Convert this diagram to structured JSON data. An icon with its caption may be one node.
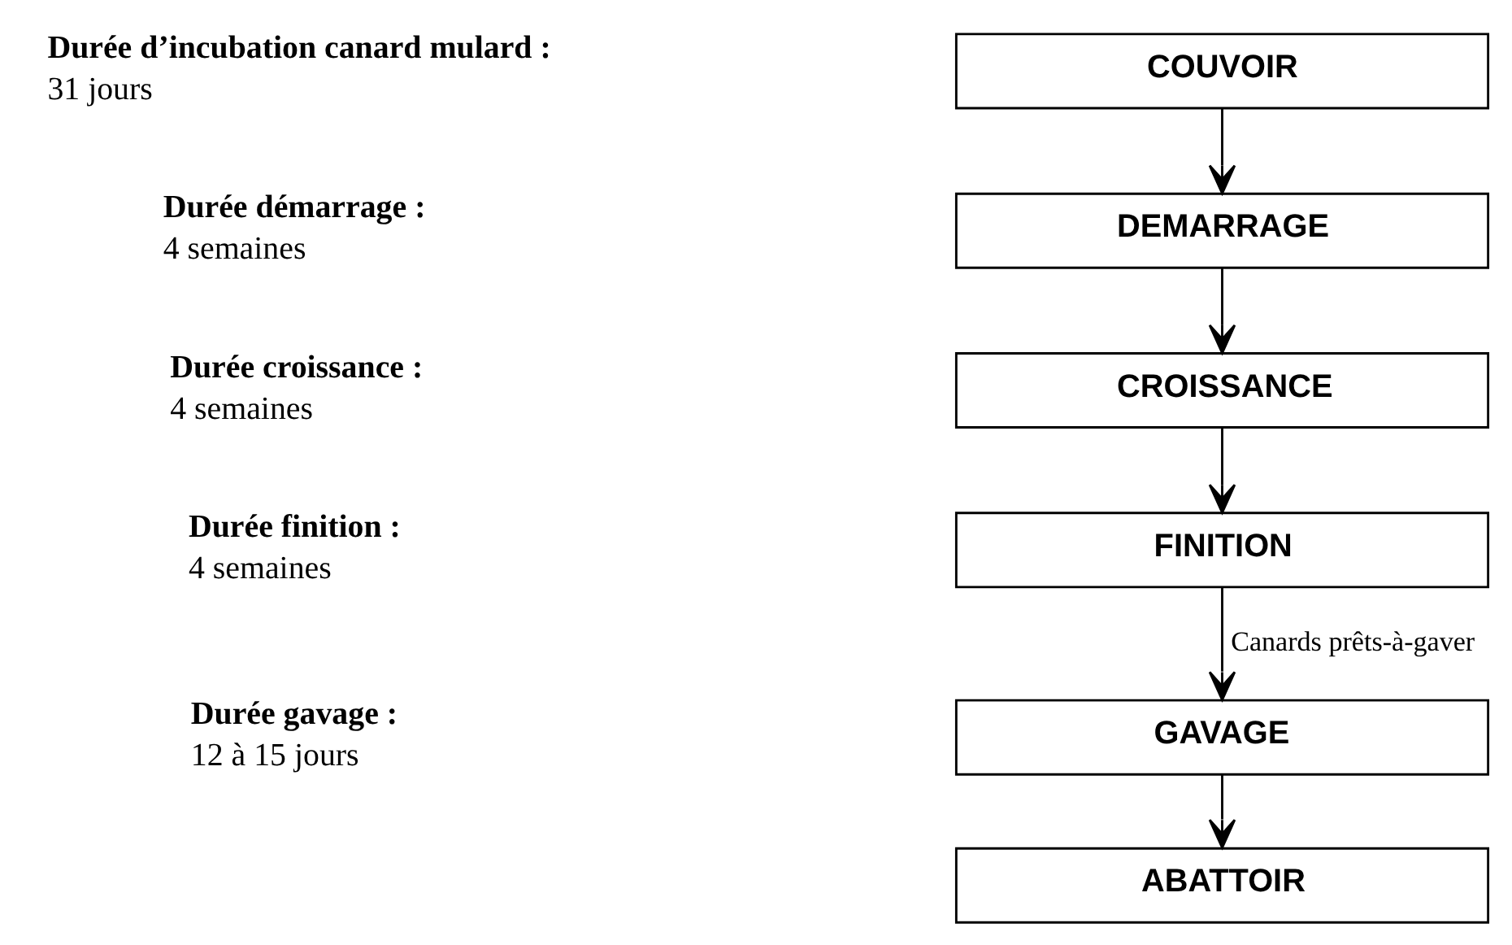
{
  "diagram": {
    "nodes": [
      {
        "text": [
          "COUVOIR"
        ],
        "beside": [
          "Durée d’incubation canard mulard :",
          "31 jours"
        ]
      },
      {
        "text": [
          "DEMARRAGE"
        ],
        "beside": [
          "Durée démarrage :",
          "4 semaines"
        ]
      },
      {
        "text": [
          "CROISSANCE"
        ],
        "beside": [
          "Durée croissance :",
          "4 semaines"
        ]
      },
      {
        "text": [
          "FINITION"
        ],
        "beside": [
          "Durée finition :",
          "4 semaines"
        ]
      },
      {
        "text": [
          "GAVAGE"
        ],
        "beside": [
          "Durée gavage :",
          "12 à 15 jours"
        ]
      },
      {
        "text": [
          "ABATTOIR"
        ]
      }
    ],
    "edges": [
      {
        "from": 0,
        "to": 1,
        "arrow": "to"
      },
      {
        "from": 1,
        "to": 2,
        "arrow": "to"
      },
      {
        "from": 2,
        "to": 3,
        "arrow": "to"
      },
      {
        "from": 3,
        "to": 4,
        "arrow": "to",
        "label": "Canards prêts-à-gaver"
      },
      {
        "from": 4,
        "to": 5,
        "arrow": "to"
      }
    ]
  }
}
